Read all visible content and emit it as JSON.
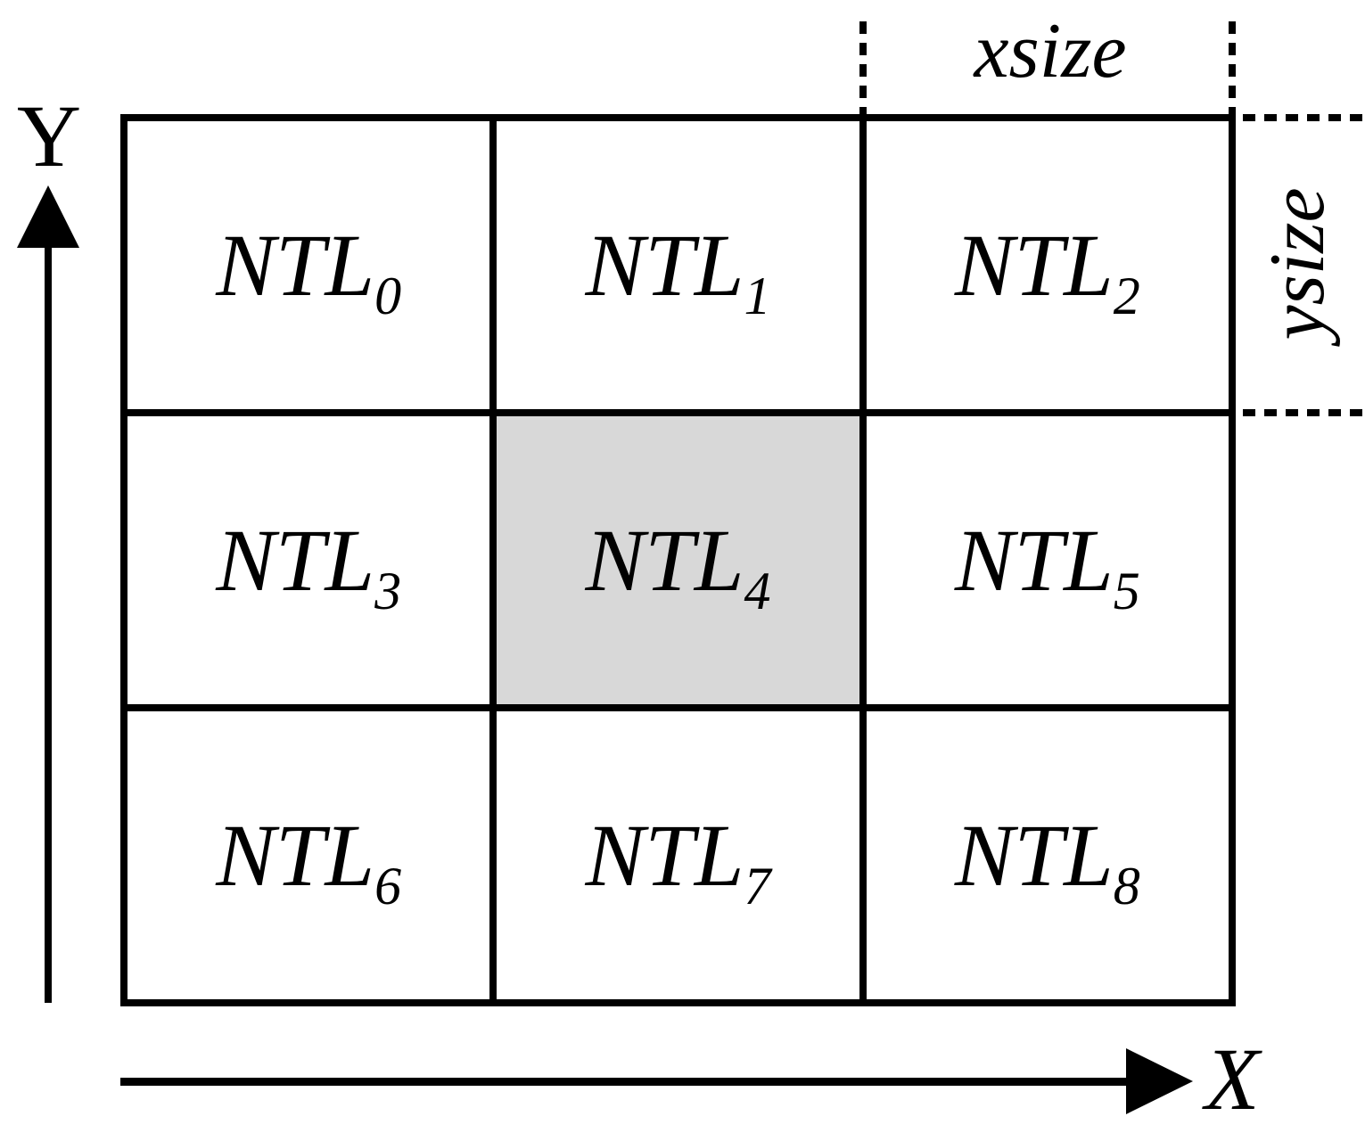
{
  "figure": {
    "y_axis_label": "Y",
    "x_axis_label": "X",
    "xsize_label": "xsize",
    "ysize_label": "ysize",
    "grid": {
      "rows": 3,
      "cols": 3,
      "cells": [
        {
          "base": "NTL",
          "sub": "0",
          "highlighted": false
        },
        {
          "base": "NTL",
          "sub": "1",
          "highlighted": false
        },
        {
          "base": "NTL",
          "sub": "2",
          "highlighted": false
        },
        {
          "base": "NTL",
          "sub": "3",
          "highlighted": false
        },
        {
          "base": "NTL",
          "sub": "4",
          "highlighted": true
        },
        {
          "base": "NTL",
          "sub": "5",
          "highlighted": false
        },
        {
          "base": "NTL",
          "sub": "6",
          "highlighted": false
        },
        {
          "base": "NTL",
          "sub": "7",
          "highlighted": false
        },
        {
          "base": "NTL",
          "sub": "8",
          "highlighted": false
        }
      ]
    },
    "colors": {
      "line": "#000000",
      "highlight_fill": "#d8d8d8",
      "background": "#ffffff"
    }
  }
}
